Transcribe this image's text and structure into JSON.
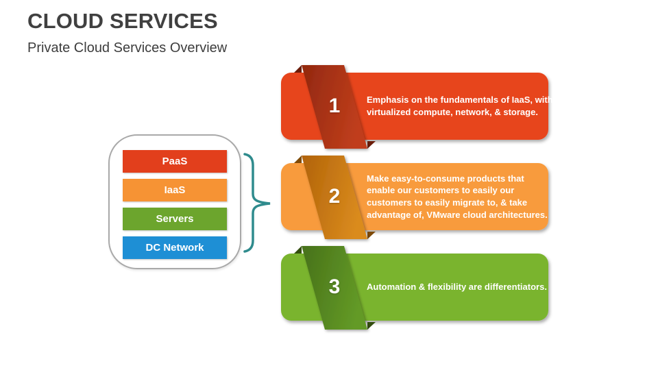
{
  "slide": {
    "title": "CLOUD SERVICES",
    "subtitle": "Private Cloud Services Overview"
  },
  "stack": {
    "layers": [
      {
        "label": "PaaS",
        "color": "#E23F1C"
      },
      {
        "label": "IaaS",
        "color": "#F69334"
      },
      {
        "label": "Servers",
        "color": "#6CA52D"
      },
      {
        "label": "DC Network",
        "color": "#1E8FD5"
      }
    ]
  },
  "connector": {
    "shape": "right-curly-brace",
    "color": "#2F8B8D"
  },
  "points": [
    {
      "number": "1",
      "text": "Emphasis on the fundamentals of IaaS, with virtualized compute, network, & storage.",
      "color": "#E7441F",
      "ribbon_dark": "#92280F",
      "ribbon_light": "#C03E1C",
      "fold_color": "#6B1C09"
    },
    {
      "number": "2",
      "text": "Make easy-to-consume products that enable our customers to easily our customers to easily migrate to, & take advantage of, VMware cloud architectures.",
      "color": "#F89B3D",
      "ribbon_dark": "#B16309",
      "ribbon_light": "#DA8B1E",
      "fold_color": "#7F4A07"
    },
    {
      "number": "3",
      "text": "Automation & flexibility are differentiators.",
      "color": "#7AB42F",
      "ribbon_dark": "#47711A",
      "ribbon_light": "#639A26",
      "fold_color": "#334E0E"
    }
  ]
}
